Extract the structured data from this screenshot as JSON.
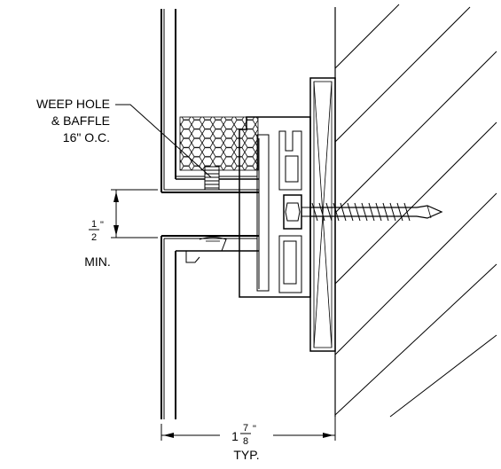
{
  "labels": {
    "weep_line1": "WEEP HOLE",
    "weep_line2": "& BAFFLE",
    "weep_line3": "16\" O.C.",
    "gap_num": "1",
    "gap_den": "2",
    "gap_unit": "\"",
    "gap_note": "MIN.",
    "width_whole": "1",
    "width_num": "7",
    "width_den": "8",
    "width_unit": "\"",
    "width_note": "TYP."
  }
}
